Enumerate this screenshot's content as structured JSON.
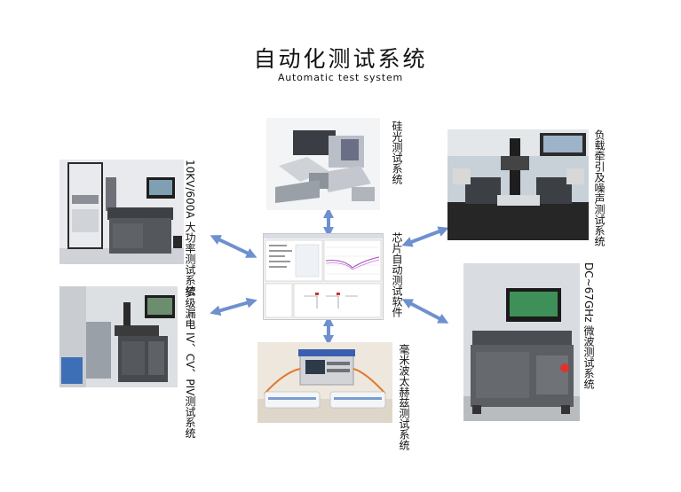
{
  "title": "自动化测试系统",
  "subtitle": "Automatic test system",
  "center": {
    "label": "芯片自动测试软件"
  },
  "systems": [
    {
      "id": "photonics",
      "label": "硅光测试系统"
    },
    {
      "id": "load-pull",
      "label": "负载牵引及噪声测试系统"
    },
    {
      "id": "microwave",
      "line1": "DC~67GHz",
      "line2": "微波测试系统"
    },
    {
      "id": "terahertz",
      "label": "毫米波太赫兹测试系统"
    },
    {
      "id": "leakage",
      "line1": "fA级漏电",
      "line2": "IV、CV、PIV测试系统"
    },
    {
      "id": "high-power",
      "line1": "10KV/600A",
      "line2": "大功率测试系统"
    }
  ],
  "colors": {
    "arrow": "#6f90cf",
    "text": "#111111"
  }
}
